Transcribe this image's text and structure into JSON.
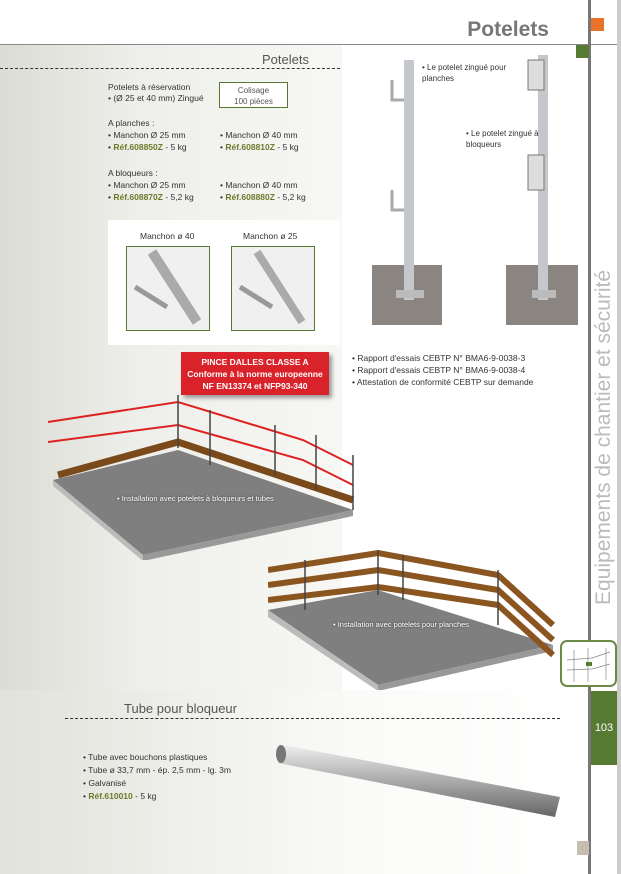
{
  "header": {
    "title": "Potelets",
    "side_text": "Equipements de chantier et sécurité",
    "page_number": "103"
  },
  "potelets": {
    "section_title": "Potelets",
    "intro_line1": "Potelets à réservation",
    "intro_line2": "• (Ø 25 et 40 mm) Zingué",
    "colisage_line1": "Colisage",
    "colisage_line2": "100 pièces",
    "planches_title": "A planches :",
    "planches": [
      {
        "name": "• Manchon Ø 25 mm",
        "ref": "Réf.608850Z",
        "weight": " - 5 kg"
      },
      {
        "name": "• Manchon Ø 40 mm",
        "ref": "Réf.608810Z",
        "weight": " - 5 kg"
      }
    ],
    "bloqueurs_title": "A bloqueurs :",
    "bloqueurs": [
      {
        "name": "• Manchon Ø 25 mm",
        "ref": "Réf.608870Z",
        "weight": " - 5,2 kg"
      },
      {
        "name": "• Manchon Ø 40 mm",
        "ref": "Réf.608880Z",
        "weight": " - 5,2 kg"
      }
    ],
    "manchon_labels": [
      "Manchon ø 40",
      "Manchon ø 25"
    ],
    "photo_labels": [
      "• Le potelet zingué pour planches",
      "• Le potelet zingué à bloqueurs"
    ],
    "red_box": [
      "PINCE DALLES  CLASSE A",
      "Conforme à la norme europeenne",
      "NF EN13374  et NFP93-340"
    ],
    "reports": [
      "• Rapport d'essais CEBTP N° BMA6-9-0038-3",
      "• Rapport d'essais CEBTP N° BMA6-9-0038-4",
      "• Attestation de conformité CEBTP sur demande"
    ],
    "install_labels": [
      "• Installation avec potelets à bloqueurs et tubes",
      "• Installation avec potelets pour planches"
    ]
  },
  "tube": {
    "section_title": "Tube pour bloqueur",
    "items": [
      "• Tube avec bouchons plastiques",
      "• Tube ø 33,7 mm - ép. 2,5 mm - lg. 3m",
      "• Galvanisé"
    ],
    "ref": "Réf.610010",
    "weight": " - 5 kg"
  },
  "colors": {
    "green": "#567a32",
    "orange": "#e8722a",
    "red": "#d9222a"
  }
}
